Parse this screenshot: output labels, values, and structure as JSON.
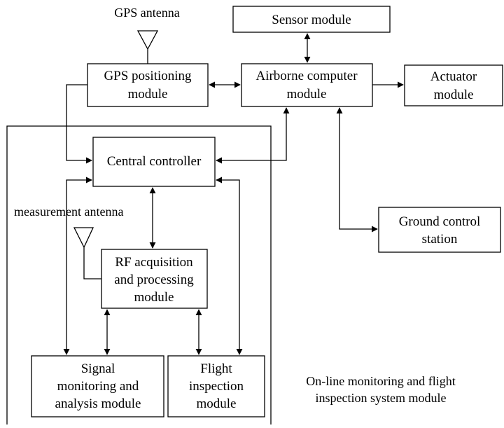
{
  "labels": {
    "gps_antenna": "GPS antenna",
    "measurement_antenna": "measurement antenna",
    "system_caption": [
      "On-line monitoring and flight",
      "inspection system module"
    ]
  },
  "blocks": {
    "sensor": [
      "Sensor module"
    ],
    "gps": [
      "GPS positioning",
      "module"
    ],
    "airborne": [
      "Airborne computer",
      "module"
    ],
    "actuator": [
      "Actuator",
      "module"
    ],
    "central": [
      "Central controller"
    ],
    "ground": [
      "Ground control",
      "station"
    ],
    "rf": [
      "RF acquisition",
      "and processing",
      "module"
    ],
    "signal": [
      "Signal",
      "monitoring and",
      "analysis module"
    ],
    "flight": [
      "Flight",
      "inspection",
      "module"
    ]
  }
}
